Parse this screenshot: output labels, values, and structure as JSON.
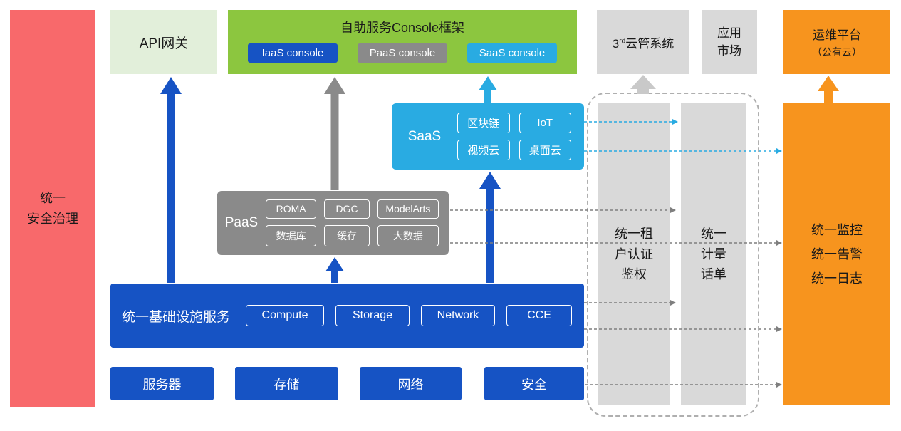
{
  "palette": {
    "security_red": "#F8696B",
    "api_gateway_green": "#E2EFDA",
    "console_green": "#8CC63F",
    "primary_blue": "#1653C4",
    "paas_gray": "#8A8A8A",
    "panel_gray": "#D9D9D9",
    "saas_blue": "#29ABE2",
    "om_orange": "#F7941E"
  },
  "security_bar": {
    "label": "统一\n安全治理"
  },
  "api_gateway": {
    "label": "API网关"
  },
  "console_frame": {
    "title": "自助服务Console框架",
    "consoles": [
      {
        "label": "IaaS console"
      },
      {
        "label": "PaaS console"
      },
      {
        "label": "SaaS console"
      }
    ]
  },
  "third_party_cloud": {
    "num": "3",
    "sup": "rd",
    "text": "云管系统"
  },
  "app_market": {
    "label": "应用\n市场"
  },
  "om_platform": {
    "title": "运维平台",
    "subtitle": "（公有云）"
  },
  "saas": {
    "label": "SaaS",
    "services": [
      "区块链",
      "IoT",
      "视频云",
      "桌面云"
    ]
  },
  "paas": {
    "label": "PaaS",
    "services": [
      "ROMA",
      "DGC",
      "ModelArts",
      "数据库",
      "缓存",
      "大数据"
    ]
  },
  "infrastructure": {
    "label": "统一基础设施服务",
    "services": [
      "Compute",
      "Storage",
      "Network",
      "CCE"
    ]
  },
  "hardware": {
    "items": [
      "服务器",
      "存储",
      "网络",
      "安全"
    ]
  },
  "auth_bar": {
    "label": "统一租\n户认证\n鉴权"
  },
  "metering_bar": {
    "label": "统一\n计量\n话单"
  },
  "monitor_bar": {
    "label": "统一监控\n统一告警\n统一日志"
  }
}
